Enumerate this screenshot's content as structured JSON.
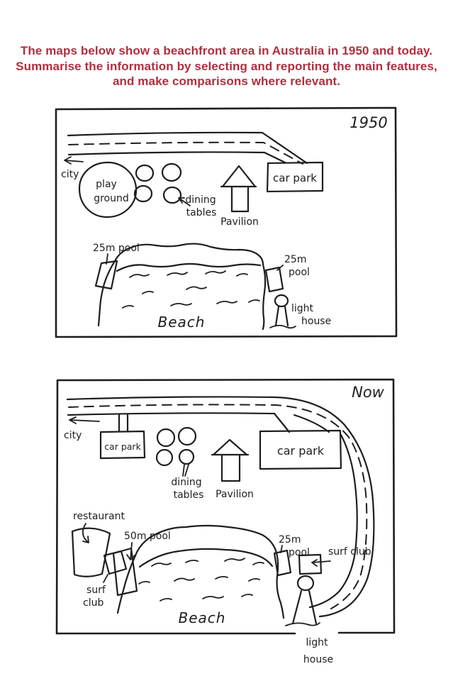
{
  "colors": {
    "instruction_text": "#b12e3d",
    "ink": "#1e1e1e",
    "background": "#ffffff"
  },
  "instruction": {
    "line1": "The maps below show a beachfront area in Australia in 1950 and today.",
    "line2": "Summarise the information by selecting and reporting the main features,",
    "line3": "and make comparisons where relevant."
  },
  "map_1950": {
    "title": "1950",
    "labels": {
      "city": "city",
      "playground_l1": "play",
      "playground_l2": "ground",
      "dining_l1": "dining",
      "dining_l2": "tables",
      "pavilion": "Pavilion",
      "car_park": "car park",
      "pool_left": "25m pool",
      "pool_right_l1": "25m",
      "pool_right_l2": "pool",
      "beach": "Beach",
      "lighthouse_l1": "light",
      "lighthouse_l2": "house"
    }
  },
  "map_now": {
    "title": "Now",
    "labels": {
      "city": "city",
      "car_park_small": "car park",
      "dining_l1": "dining",
      "dining_l2": "tables",
      "pavilion": "Pavilion",
      "car_park_large": "car park",
      "restaurant": "restaurant",
      "pool_50m": "50m pool",
      "surf_club_left_l1": "surf",
      "surf_club_left_l2": "club",
      "pool_25m_l1": "25m",
      "pool_25m_l2": "pool",
      "surf_club_right": "surf club",
      "beach": "Beach",
      "lighthouse_l1": "light",
      "lighthouse_l2": "house"
    }
  }
}
